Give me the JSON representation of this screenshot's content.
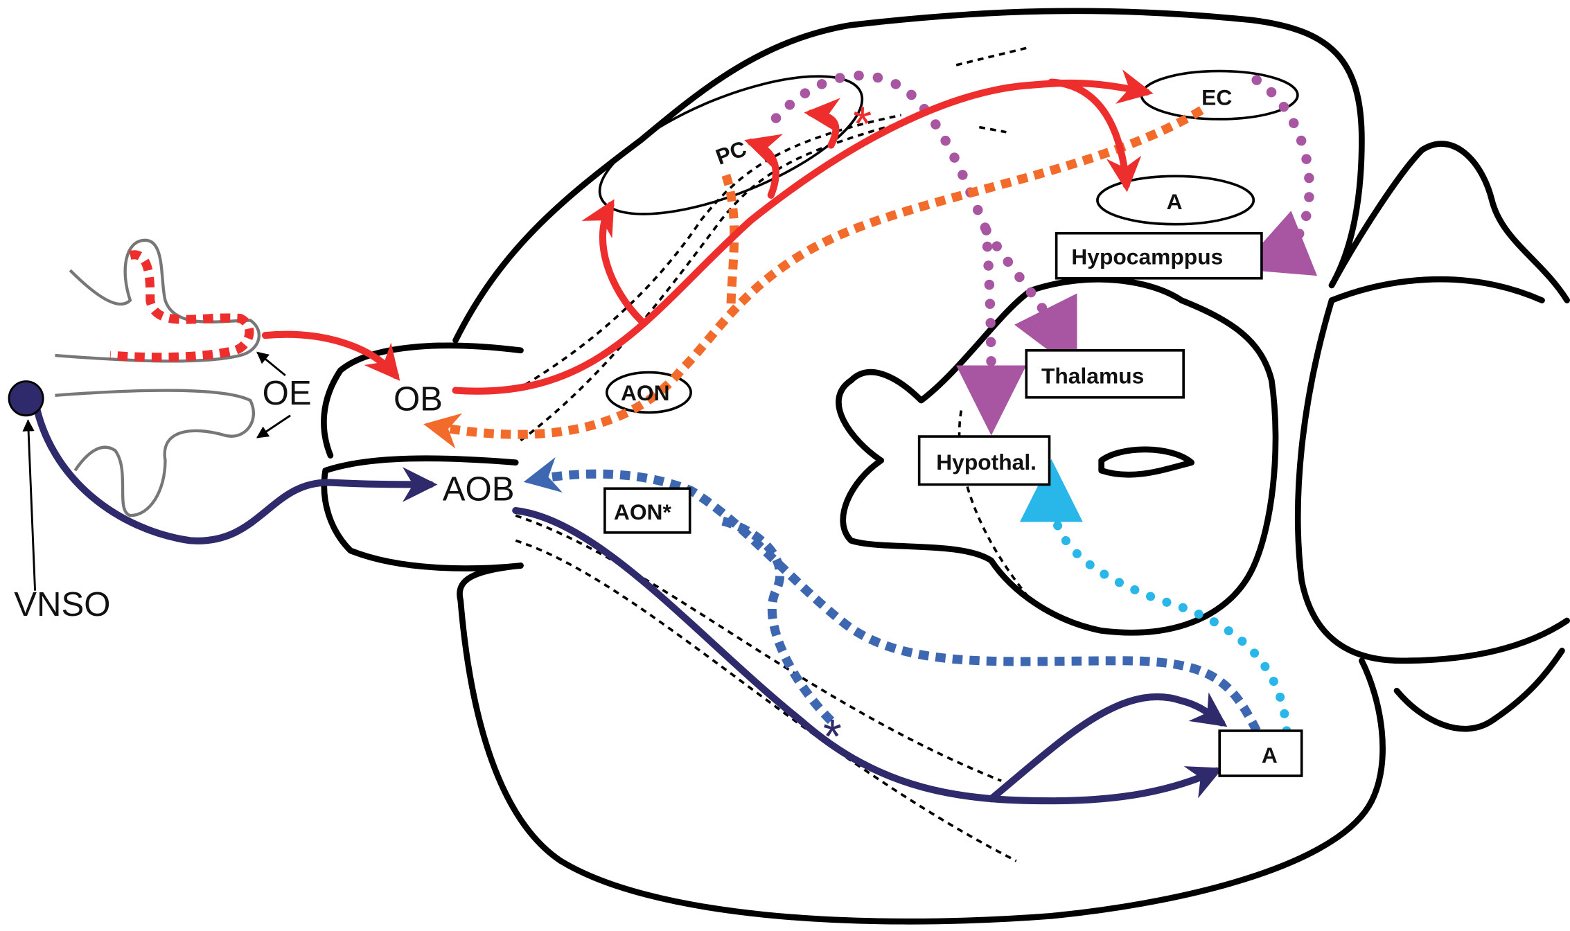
{
  "labels": {
    "oe": "OE",
    "ob": "OB",
    "aob": "AOB",
    "vnso": "VNSO",
    "aon": "AON",
    "aon_star": "AON*",
    "pc": "PC",
    "ec": "EC",
    "a_top": "A",
    "a_bottom": "A",
    "hippocampus": "Hypocamppus",
    "thalamus": "Thalamus",
    "hypothalamus": "Hypothal.",
    "star": "*"
  },
  "colors": {
    "main_olfactory": "#ee2d2d",
    "aon_feedback": "#f26b2a",
    "ec_projection": "#a855a2",
    "accessory_feedback": "#3d67b1",
    "accessory_olfactory": "#2e2a6b",
    "amygdala_hypothal": "#29b6e8",
    "outline": "#000000"
  }
}
